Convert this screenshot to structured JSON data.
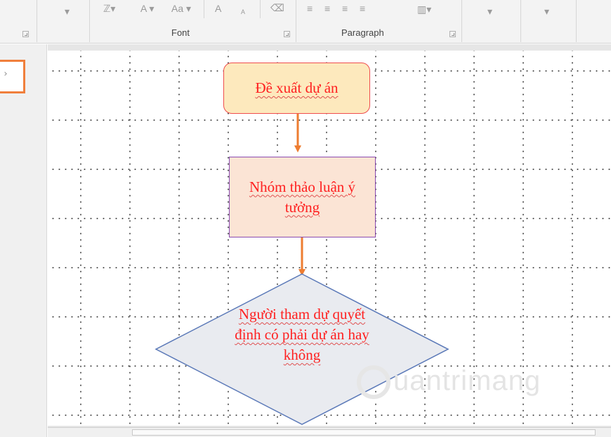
{
  "ribbon": {
    "groups": {
      "font_label": "Font",
      "paragraph_label": "Paragraph"
    },
    "font_controls": {
      "grow_font": "A",
      "shrink_font": "A",
      "change_case": "Aa",
      "font_color": "A"
    },
    "icons": [
      "dropdown-icon",
      "highlight-icon",
      "font-color-icon",
      "change-case-icon",
      "grow-font-icon",
      "shrink-font-icon",
      "clear-format-icon",
      "align-left-icon",
      "align-center-icon",
      "align-right-icon",
      "justify-icon",
      "columns-icon",
      "dialog-launcher-icon"
    ]
  },
  "flowchart": {
    "start": "Đề xuất dự án",
    "process": "Nhóm thảo luận ý tưởng",
    "decision": "Người tham dự quyết định có phải dự án hay không"
  },
  "watermark": "uantrimang",
  "colors": {
    "accent": "#f07f3c",
    "text_red": "#ff2020",
    "start_fill": "#fde9bd",
    "process_fill": "#fbe4d5",
    "decision_fill": "#e9ebf0",
    "connector": "#ee7d31"
  }
}
